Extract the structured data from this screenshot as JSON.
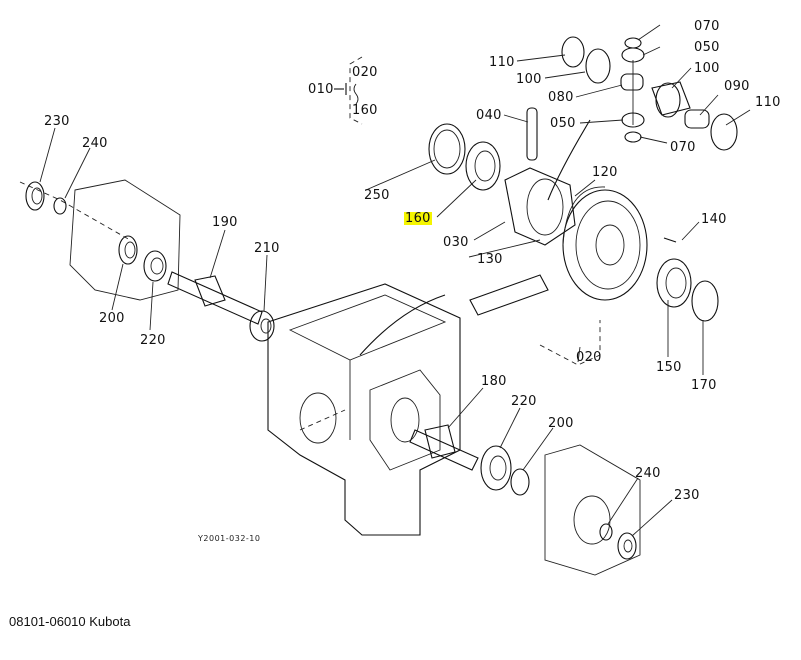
{
  "diagram": {
    "drawing_code": "Y2001-032-10",
    "group_bracket": {
      "parent": "010",
      "range_start": "020",
      "range_end": "160"
    },
    "highlighted_part": "160",
    "highlight_color": "#f5f500",
    "callouts": [
      {
        "id": "070",
        "label": "070"
      },
      {
        "id": "050a",
        "label": "050"
      },
      {
        "id": "110a",
        "label": "110"
      },
      {
        "id": "100a",
        "label": "100"
      },
      {
        "id": "100b",
        "label": "100"
      },
      {
        "id": "080",
        "label": "080"
      },
      {
        "id": "090",
        "label": "090"
      },
      {
        "id": "110b",
        "label": "110"
      },
      {
        "id": "040",
        "label": "040"
      },
      {
        "id": "050b",
        "label": "050"
      },
      {
        "id": "070b",
        "label": "070"
      },
      {
        "id": "250",
        "label": "250"
      },
      {
        "id": "160",
        "label": "160"
      },
      {
        "id": "120",
        "label": "120"
      },
      {
        "id": "030",
        "label": "030"
      },
      {
        "id": "140",
        "label": "140"
      },
      {
        "id": "130",
        "label": "130"
      },
      {
        "id": "020",
        "label": "020"
      },
      {
        "id": "150",
        "label": "150"
      },
      {
        "id": "170",
        "label": "170"
      },
      {
        "id": "230a",
        "label": "230"
      },
      {
        "id": "240a",
        "label": "240"
      },
      {
        "id": "190",
        "label": "190"
      },
      {
        "id": "210",
        "label": "210"
      },
      {
        "id": "200a",
        "label": "200"
      },
      {
        "id": "220a",
        "label": "220"
      },
      {
        "id": "180",
        "label": "180"
      },
      {
        "id": "220b",
        "label": "220"
      },
      {
        "id": "200b",
        "label": "200"
      },
      {
        "id": "240b",
        "label": "240"
      },
      {
        "id": "230b",
        "label": "230"
      }
    ]
  },
  "caption": "08101-06010 Kubota"
}
